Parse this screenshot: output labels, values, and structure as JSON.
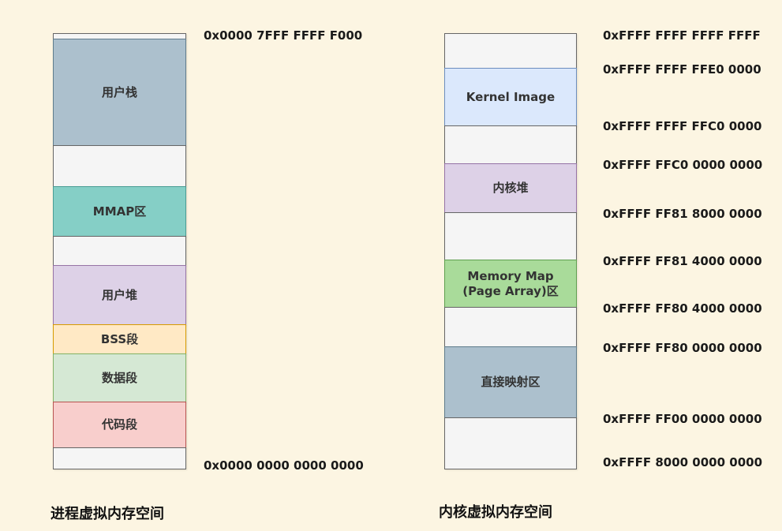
{
  "page": {
    "background": "#FCF5E2"
  },
  "left_diagram": {
    "title": "进程虚拟内存空间",
    "top_address": "0x0000 7FFF FFFF F000",
    "bottom_address": "0x0000 0000 0000 0000",
    "segments": [
      {
        "label": "",
        "fill": "#F5F5F5",
        "border": "#666666"
      },
      {
        "label": "用户栈",
        "fill": "#ACC0CD",
        "border": "#5F7C8C"
      },
      {
        "label": "",
        "fill": "#F5F5F5",
        "border": "#666666"
      },
      {
        "label": "MMAP区",
        "fill": "#85CFC6",
        "border": "#4A9D94"
      },
      {
        "label": "",
        "fill": "#F5F5F5",
        "border": "#666666"
      },
      {
        "label": "用户堆",
        "fill": "#DDD1E7",
        "border": "#9673A6"
      },
      {
        "label": "BSS段",
        "fill": "#FFE9C5",
        "border": "#D79B00"
      },
      {
        "label": "数据段",
        "fill": "#D5E8D4",
        "border": "#82B366"
      },
      {
        "label": "代码段",
        "fill": "#F8CECC",
        "border": "#B85450"
      },
      {
        "label": "",
        "fill": "#F5F5F5",
        "border": "#666666"
      }
    ]
  },
  "right_diagram": {
    "title": "内核虚拟内存空间",
    "addresses": [
      "0xFFFF FFFF FFFF FFFF",
      "0xFFFF FFFF FFE0 0000",
      "0xFFFF FFFF FFC0 0000",
      "0xFFFF FFC0 0000 0000",
      "0xFFFF FF81 8000 0000",
      "0xFFFF FF81 4000 0000",
      "0xFFFF FF80 4000 0000",
      "0xFFFF FF80 0000 0000",
      "0xFFFF FF00 0000 0000",
      "0xFFFF 8000 0000 0000"
    ],
    "segments": [
      {
        "label": "",
        "fill": "#F5F5F5",
        "border": "#666666"
      },
      {
        "label": "Kernel Image",
        "fill": "#DBE8FC",
        "border": "#6C8EBF"
      },
      {
        "label": "",
        "fill": "#F5F5F5",
        "border": "#666666"
      },
      {
        "label": "内核堆",
        "fill": "#DDD1E7",
        "border": "#9673A6"
      },
      {
        "label": "",
        "fill": "#F5F5F5",
        "border": "#666666"
      },
      {
        "label": "Memory Map\n(Page Array)区",
        "fill": "#A9DB9A",
        "border": "#60A050"
      },
      {
        "label": "",
        "fill": "#F5F5F5",
        "border": "#666666"
      },
      {
        "label": "直接映射区",
        "fill": "#ACC0CD",
        "border": "#5F7C8C"
      },
      {
        "label": "",
        "fill": "#F5F5F5",
        "border": "#666666"
      }
    ]
  }
}
